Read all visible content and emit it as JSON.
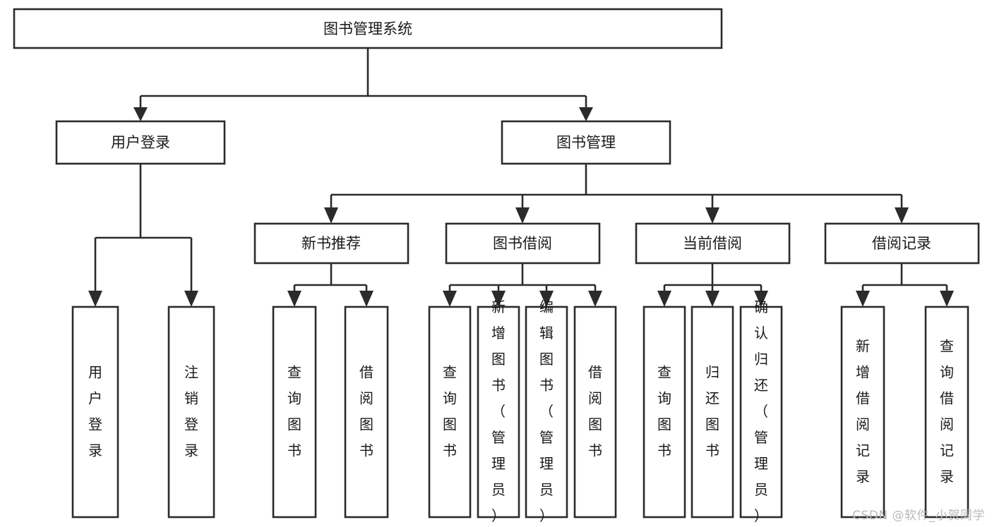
{
  "diagram": {
    "type": "tree-hierarchy",
    "title": "图书管理系统",
    "colors": {
      "box_stroke": "#2b2b2b",
      "box_fill": "#ffffff",
      "connector": "#2b2b2b",
      "text": "#1a1a1a",
      "background": "#ffffff",
      "watermark": "#b9b9b9"
    },
    "root": {
      "label": "图书管理系统"
    },
    "level2": [
      {
        "id": "user-login",
        "label": "用户登录"
      },
      {
        "id": "book-management",
        "label": "图书管理"
      }
    ],
    "level3": [
      {
        "id": "new-book-recommend",
        "label": "新书推荐"
      },
      {
        "id": "book-borrow",
        "label": "图书借阅"
      },
      {
        "id": "current-borrow",
        "label": "当前借阅"
      },
      {
        "id": "borrow-record",
        "label": "借阅记录"
      }
    ],
    "leaves": {
      "user_login": [
        {
          "id": "leaf-user-login",
          "label": "用户登录"
        },
        {
          "id": "leaf-logout-login",
          "label": "注销登录"
        }
      ],
      "new_book_recommend": [
        {
          "id": "leaf-query-book-1",
          "label": "查询图书"
        },
        {
          "id": "leaf-borrow-book-1",
          "label": "借阅图书"
        }
      ],
      "book_borrow": [
        {
          "id": "leaf-query-book-2",
          "label": "查询图书"
        },
        {
          "id": "leaf-add-book",
          "label": "新增图书（管理员）"
        },
        {
          "id": "leaf-edit-book",
          "label": "编辑图书（管理员）"
        },
        {
          "id": "leaf-borrow-book-2",
          "label": "借阅图书"
        }
      ],
      "current_borrow": [
        {
          "id": "leaf-query-book-3",
          "label": "查询图书"
        },
        {
          "id": "leaf-return-book",
          "label": "归还图书"
        },
        {
          "id": "leaf-confirm-return",
          "label": "确认归还（管理员）"
        }
      ],
      "borrow_record": [
        {
          "id": "leaf-add-record",
          "label": "新增借阅记录"
        },
        {
          "id": "leaf-query-record",
          "label": "查询借阅记录"
        }
      ]
    }
  },
  "watermark": {
    "text": "CSDN @软件_小贺同学"
  }
}
